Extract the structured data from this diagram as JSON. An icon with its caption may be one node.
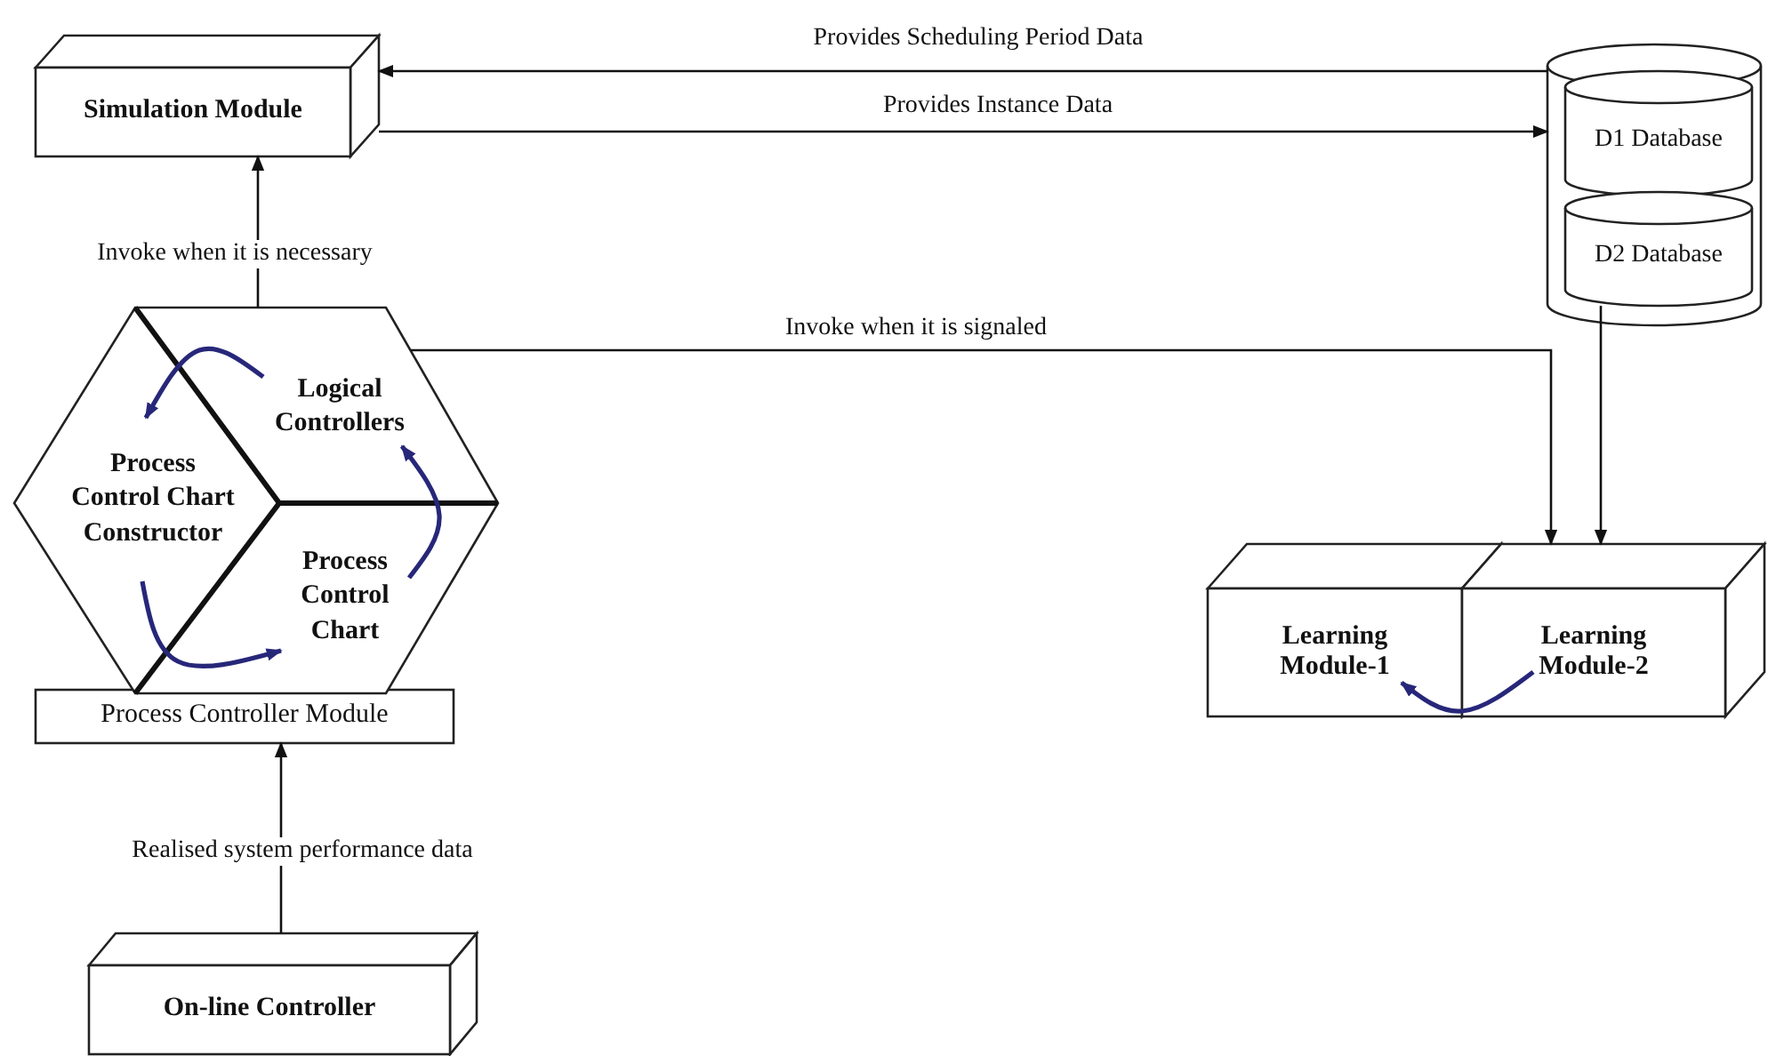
{
  "diagram": {
    "nodes": [
      {
        "text": [
          "Simulation Module"
        ]
      },
      {
        "text": [
          "Process Controller Module"
        ]
      },
      {
        "text": [],
        "shape": "hexagon"
      },
      {
        "text": [
          "Logical Controllers"
        ],
        "in": 2
      },
      {
        "text": [
          "Process Control Chart Constructor"
        ],
        "in": 2
      },
      {
        "text": [
          "Process Control Chart"
        ],
        "in": 2
      },
      {
        "text": [
          "On-line Controller"
        ]
      },
      {
        "text": [],
        "shape": "cylinder"
      },
      {
        "text": [
          "D1 Database"
        ],
        "in": 7
      },
      {
        "text": [
          "D2 Database"
        ],
        "in": 7
      },
      {
        "text": [
          "Learning Module-1"
        ]
      },
      {
        "text": [
          "Learning Module-2"
        ]
      }
    ],
    "edges": [
      {
        "from": 7,
        "to": 0,
        "arrow": "to",
        "label": "Provides Scheduling Period Data"
      },
      {
        "from": 0,
        "to": 7,
        "arrow": "to",
        "label": "Provides Instance Data"
      },
      {
        "from": 2,
        "to": 0,
        "arrow": "to",
        "label": "Invoke when it is necessary"
      },
      {
        "from": 2,
        "to": 11,
        "arrow": "to",
        "label": "Invoke when it is signaled"
      },
      {
        "from": 9,
        "to": 11,
        "arrow": "to"
      },
      {
        "from": 6,
        "to": 1,
        "arrow": "to",
        "label": "Realised system performance data"
      },
      {
        "from": 3,
        "to": 4,
        "arrow": "to",
        "color": "#27277a"
      },
      {
        "from": 4,
        "to": 5,
        "arrow": "to",
        "color": "#27277a"
      },
      {
        "from": 5,
        "to": 3,
        "arrow": "to",
        "color": "#27277a"
      },
      {
        "from": 11,
        "to": 10,
        "arrow": "to",
        "color": "#27277a"
      }
    ]
  }
}
